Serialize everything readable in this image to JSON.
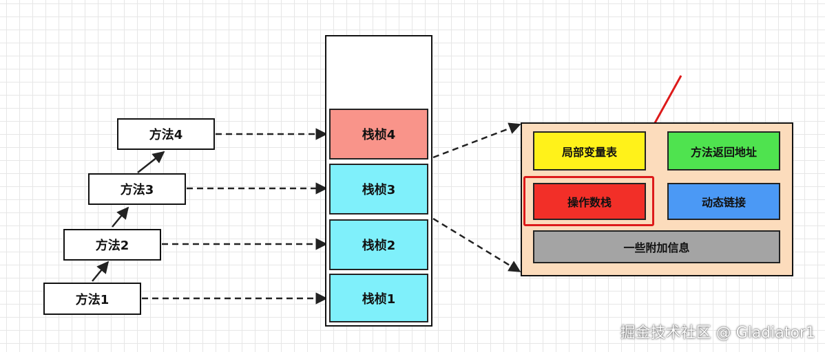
{
  "methods": [
    {
      "label": "方法1"
    },
    {
      "label": "方法2"
    },
    {
      "label": "方法3"
    },
    {
      "label": "方法4"
    }
  ],
  "frames": [
    {
      "label": "栈桢1",
      "color": "#7ff0fb"
    },
    {
      "label": "栈桢2",
      "color": "#7ff0fb"
    },
    {
      "label": "栈桢3",
      "color": "#7ff0fb"
    },
    {
      "label": "栈桢4",
      "color": "#f9948a"
    }
  ],
  "frame_detail": {
    "local_variables": {
      "label": "局部变量表",
      "color": "#fff21a"
    },
    "return_address": {
      "label": "方法返回地址",
      "color": "#4fe34f"
    },
    "operand_stack": {
      "label": "操作数栈",
      "color": "#f22f28"
    },
    "dynamic_linking": {
      "label": "动态链接",
      "color": "#4b99f5"
    },
    "extra_info": {
      "label": "一些附加信息",
      "color": "#a4a4a4"
    },
    "panel_color": "#fcdcbc",
    "highlight_color": "#dd1a1a"
  },
  "watermark": "掘金技术社区 @ Gladiator1"
}
